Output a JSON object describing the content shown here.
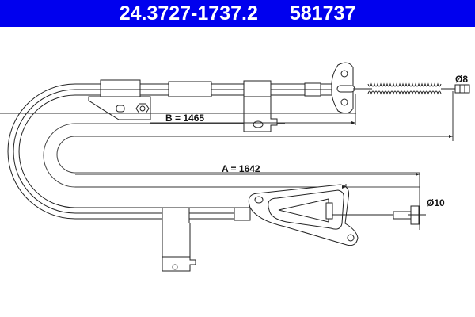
{
  "header": {
    "part_number": "24.3727-1737.2",
    "ref_number": "581737",
    "background_color": "#0000ee",
    "text_color": "#ffffff"
  },
  "drawing": {
    "subject": "parking brake cable",
    "dimensions": {
      "a_label": "A = 1642",
      "b_label": "B = 1465"
    },
    "end_fittings": {
      "right_top_diameter": "Ø8",
      "right_bottom_diameter": "Ø10"
    },
    "line_color": "#222222"
  }
}
